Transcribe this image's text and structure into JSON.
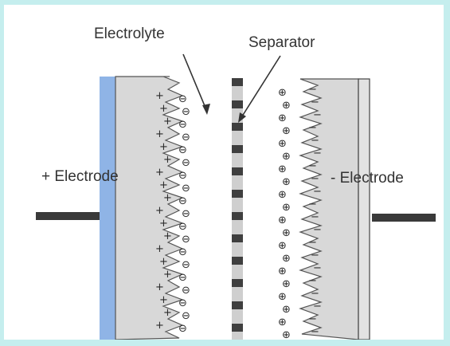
{
  "labels": {
    "electrolyte": "Electrolyte",
    "separator": "Separator",
    "positive_electrode": "+ Electrode",
    "negative_electrode": "- Electrode"
  },
  "symbols": {
    "plus": "+",
    "minus": "−",
    "anion": "⊖",
    "cation": "⊕"
  },
  "colors": {
    "background_border": "#c5eeee",
    "electrode_fill": "#d8d8d8",
    "current_collector": "#8fb4e6",
    "separator_dark": "#3f3f3f",
    "separator_light": "#cfcfcf",
    "lead": "#3a3a3a"
  }
}
